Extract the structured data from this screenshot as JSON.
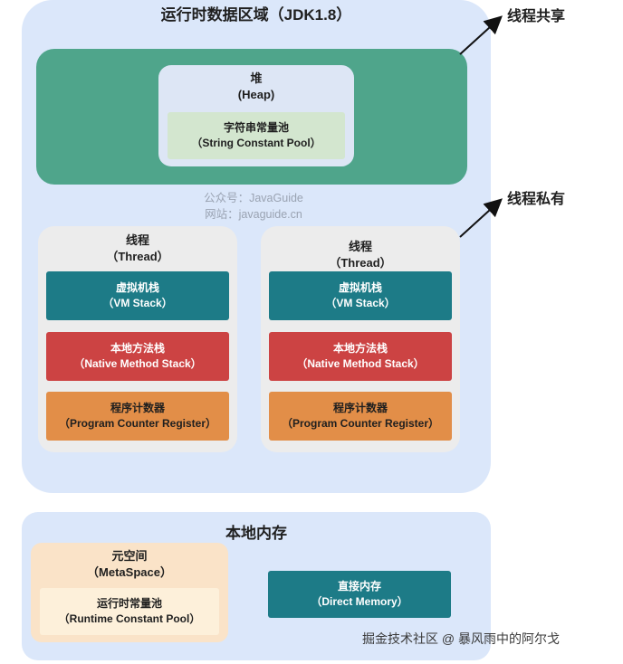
{
  "runtime_area": {
    "title": "运行时数据区域（JDK1.8）"
  },
  "labels": {
    "shared": "线程共享",
    "private": "线程私有"
  },
  "heap": {
    "title": "堆",
    "subtitle": "(Heap)",
    "string_pool": {
      "title": "字符串常量池",
      "subtitle": "（String Constant Pool）"
    }
  },
  "watermark": {
    "line1": "公众号：JavaGuide",
    "line2": "网站：javaguide.cn"
  },
  "threads": [
    {
      "title": "线程",
      "subtitle": "（Thread）",
      "vm_stack": {
        "title": "虚拟机栈",
        "subtitle": "（VM Stack）"
      },
      "native_stack": {
        "title": "本地方法栈",
        "subtitle": "（Native Method Stack）"
      },
      "pc_register": {
        "title": "程序计数器",
        "subtitle": "（Program Counter Register）"
      }
    },
    {
      "title": "线程",
      "subtitle": "（Thread）",
      "vm_stack": {
        "title": "虚拟机栈",
        "subtitle": "（VM Stack）"
      },
      "native_stack": {
        "title": "本地方法栈",
        "subtitle": "（Native Method Stack）"
      },
      "pc_register": {
        "title": "程序计数器",
        "subtitle": "（Program Counter Register）"
      }
    }
  ],
  "native_memory": {
    "title": "本地内存",
    "metaspace": {
      "title": "元空间",
      "subtitle": "（MetaSpace）",
      "runtime_pool": {
        "title": "运行时常量池",
        "subtitle": "（Runtime Constant Pool）"
      }
    },
    "direct_memory": {
      "title": "直接内存",
      "subtitle": "（Direct Memory）"
    }
  },
  "footer": {
    "text": "掘金技术社区 @ 暴风雨中的阿尔戈"
  },
  "colors": {
    "container": "#dbe7fa",
    "shared": "#4fa58b",
    "heap": "#dde6f5",
    "string_pool": "#d3e6cf",
    "thread": "#ececec",
    "vm_stack": "#1d7b87",
    "native_stack": "#cc4343",
    "pc_register": "#e28e48",
    "metaspace": "#fae3c8",
    "runtime_pool": "#fdf0da",
    "direct_memory": "#1d7b87"
  }
}
